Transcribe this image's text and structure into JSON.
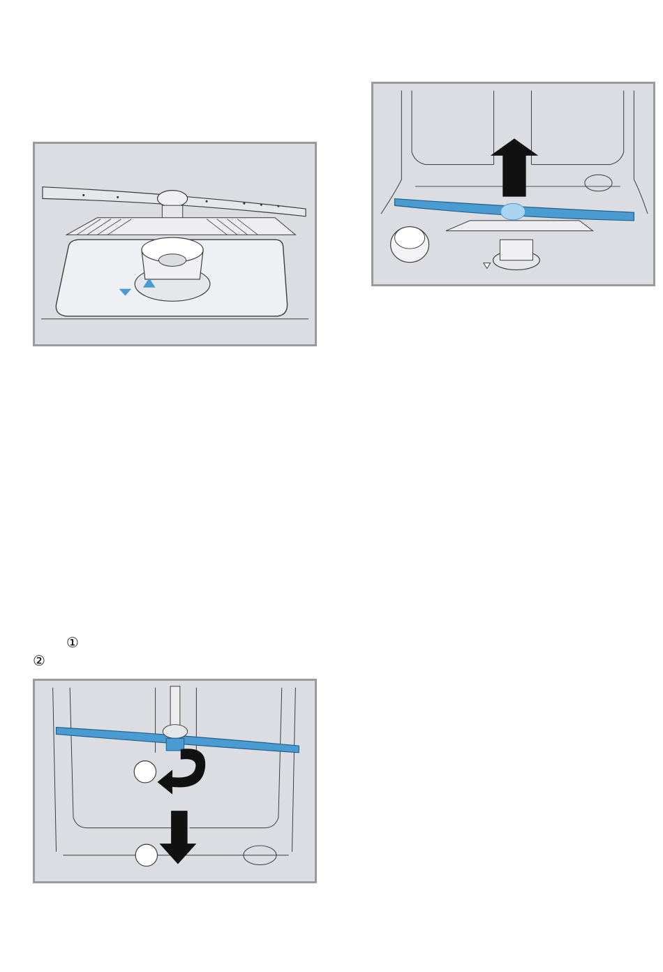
{
  "markers": {
    "one": "①",
    "two": "②"
  },
  "colors": {
    "panel": "#dcdde2",
    "frame": "#9a9a9e",
    "line": "#3a3a3a",
    "accent_blue": "#4a9bd1",
    "accent_blue_light": "#a9d3ee",
    "arrow": "#111111"
  },
  "figures": [
    {
      "id": "fig-a",
      "content": "filter-tray-with-spray-arm-mount",
      "icons": [
        "triangle-marker-icon",
        "triangle-marker-icon"
      ]
    },
    {
      "id": "fig-b",
      "content": "lower-spray-arm-lift-out",
      "icons": [
        "arrow-up-icon"
      ]
    },
    {
      "id": "fig-c",
      "content": "upper-spray-arm-unscrew-and-pull-down",
      "icons": [
        "rotate-arrow-icon",
        "arrow-down-icon"
      ]
    }
  ]
}
